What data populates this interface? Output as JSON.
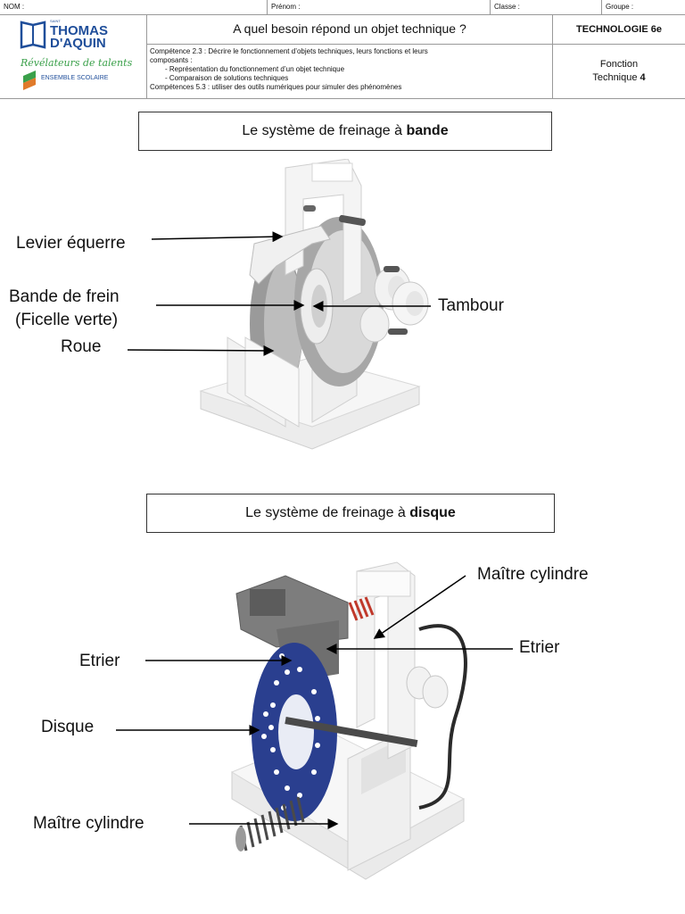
{
  "info_row": {
    "nom": "NOM :",
    "prenom": "Prénom :",
    "classe": "Classe :",
    "groupe": "Groupe :"
  },
  "logo": {
    "saint": "SAINT",
    "thomas": "THOMAS",
    "daquin": "D'AQUIN",
    "slogan": "Révélateurs de talents",
    "ensemble": "ENSEMBLE SCOLAIRE"
  },
  "header": {
    "title": "A quel besoin répond un objet technique ?",
    "subject": "TECHNOLOGIE 6e",
    "competence_line1": "Compétence 2.3 : Décrire le fonctionnement d’objets techniques, leurs fonctions et leurs",
    "competence_line2": "composants :",
    "competence_item1": "- Représentation du fonctionnement d’un objet technique",
    "competence_item2": "- Comparaison de solutions techniques",
    "competence_line3": "Compétences 5.3 : utiliser des outils numériques pour simuler des phénomènes",
    "fonction_line1": "Fonction",
    "fonction_line2": "Technique",
    "fonction_number": "4"
  },
  "section_bande": {
    "title_prefix": "Le système de freinage à ",
    "title_bold": "bande",
    "labels": {
      "levier": "Levier équerre",
      "bande_line1": "Bande de frein",
      "bande_line2": "(Ficelle verte)",
      "roue": "Roue",
      "tambour": "Tambour"
    }
  },
  "section_disque": {
    "title_prefix": "Le système de freinage à ",
    "title_bold": "disque",
    "labels": {
      "maitre_top": "Maître cylindre",
      "etrier_right": "Etrier",
      "etrier_left": "Etrier",
      "disque": "Disque",
      "maitre_bottom": "Maître cylindre"
    }
  },
  "colors": {
    "logo_blue": "#1f4e9a",
    "logo_green": "#3aa04a",
    "logo_orange": "#e07a2a",
    "disc_blue": "#2a3f8f"
  }
}
